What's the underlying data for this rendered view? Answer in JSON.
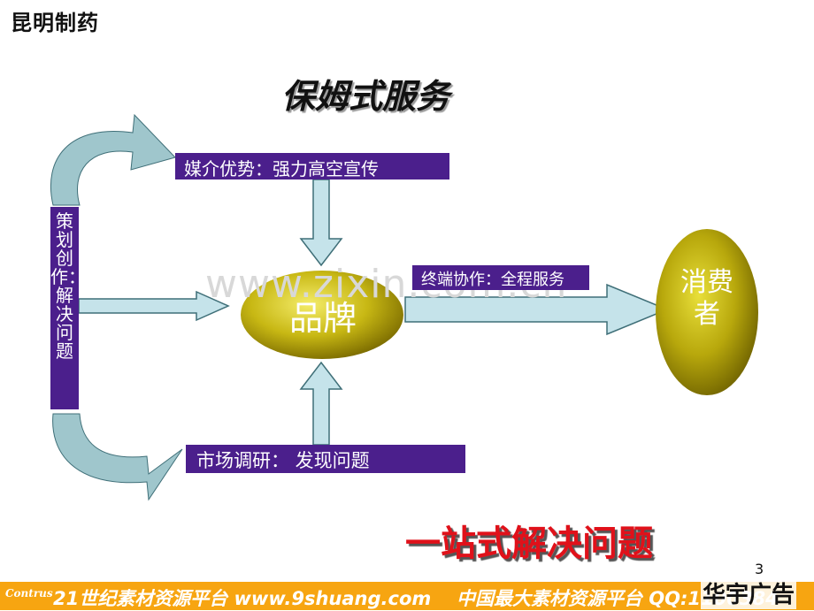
{
  "header": {
    "company": "昆明制药",
    "title": "保姆式服务"
  },
  "diagram": {
    "media": "媒介优势：强力高空宣传",
    "terminal": "终端协作：全程服务",
    "market": "市场调研： 发现问题",
    "planning": "策划创作：解决问题",
    "brand": "品牌",
    "consumer": "消费者",
    "watermark": "www.zixin.com.cn"
  },
  "slogan": "一站式解决问题",
  "page_number": "3",
  "footer": {
    "logo": "Contrus",
    "left_text": "21世纪素材资源平台 www.9shuang.com",
    "right_text": "中国最大素材资源平台 QQ:1100384",
    "brand": "华宇广告"
  },
  "colors": {
    "box_fill": "#4b1f8c",
    "arrow_fill": "#c5e3ea",
    "arrow_stroke": "#3f6f78",
    "curved_arrow_fill": "#9fc6cc",
    "ellipse_fill": "#b3a800",
    "slogan": "#e0111a",
    "footer_bar": "#f7a511"
  }
}
